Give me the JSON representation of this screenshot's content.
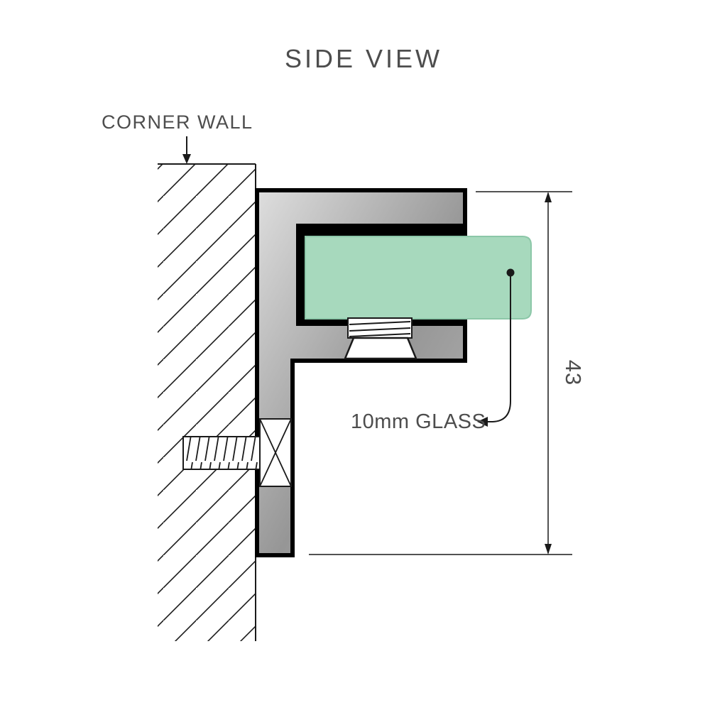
{
  "title": "SIDE VIEW",
  "wall": {
    "label": "CORNER WALL"
  },
  "glass": {
    "label": "10mm GLASS"
  },
  "dimension": {
    "value": "43"
  },
  "colors": {
    "background": "#ffffff",
    "text": "#4d4d4d",
    "outline": "#000000",
    "glass_fill": "#a7d9bd",
    "glass_edge": "#8cc7a8",
    "bracket_light": "#dedede",
    "bracket_mid": "#969696",
    "bracket_dark": "#b5b5b5"
  }
}
